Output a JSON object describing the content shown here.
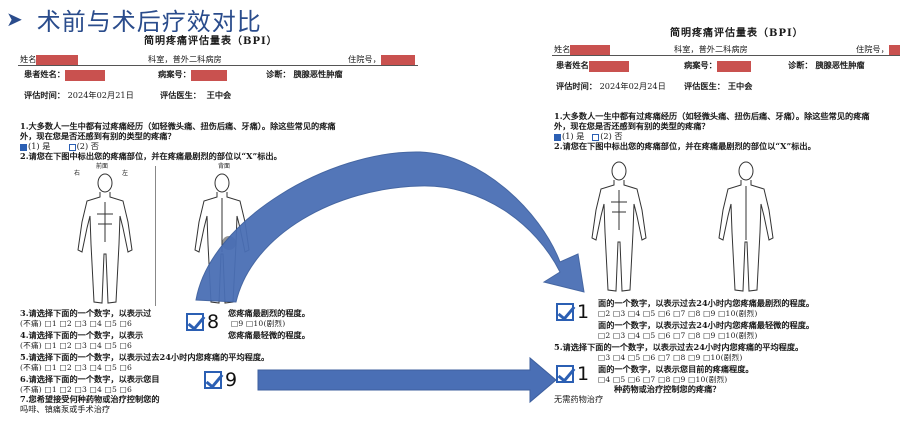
{
  "slide": {
    "arrow_glyph": "➤",
    "title": "术前与术后疗效对比"
  },
  "colors": {
    "title": "#2a4c8c",
    "arrow_fill": "#4a6fb5",
    "redaction": "#c9514f",
    "check": "#2b5fb3"
  },
  "icons": [
    "arrow-bullet-icon",
    "curved-arrow-icon",
    "straight-arrow-icon",
    "checkbox-icon",
    "front-body-icon",
    "back-body-icon"
  ],
  "before": {
    "form_title": "简明疼痛评估量表（BPI）",
    "name_label": "姓名",
    "dept": "科室，普外二科病房",
    "bed_label": "住院号，",
    "patient_label": "患者姓名：",
    "case_label": "病案号：",
    "diag_label": "诊断：",
    "diag_value": "胰腺恶性肿瘤",
    "date_label": "评估时间：",
    "date_value": "2024年02月21日",
    "doctor_label": "评估医生：",
    "doctor_value": "王中会",
    "q1": "1.大多数人一生中都有过疼痛经历（如轻微头痛、扭伤后痛、牙痛）。除这些常见的疼痛",
    "q1b": "外，现在您是否还感到有别的类型的疼痛？",
    "q1_yes": "(1) 是",
    "q1_no": "(2) 否",
    "q2": "2.请您在下图中标出您的疼痛部位，并在疼痛最剧烈的部位以“X”标出。",
    "fig_front": "前面",
    "fig_back": "背面",
    "fig_right": "右",
    "fig_left": "左",
    "q3": "3.请选择下面的一个数字，以表示过",
    "q3b": "您疼痛最剧烈的程度。",
    "q4": "4.请选择下面的一个数字，以表示",
    "q4b": "您疼痛最轻微的程度。",
    "q5": "5.请选择下面的一个数字，以表示过去24小时内您疼痛的平均程度。",
    "q6": "6.请选择下面的一个数字，以表示您目",
    "q7": "7.您希望接受何种药物或治疗控制您的",
    "q7_answer": "吗啡、镇痛泵或手术治疗",
    "scale_a": "(不痛) □1  □2  □3  □4  □5  □6",
    "scale_b": "□9  □10(剧烈)",
    "zoom_a": "8",
    "zoom_b": "9"
  },
  "after": {
    "form_title": "简明疼痛评估量表（BPI）",
    "name_label": "姓名",
    "dept": "科室，普外二科病房",
    "bed_label": "住院号，",
    "patient_label": "患者姓名",
    "case_label": "病案号：",
    "diag_label": "诊断：",
    "diag_value": "胰腺恶性肿瘤",
    "date_label": "评估时间：",
    "date_value": "2024年02月24日",
    "doctor_label": "评估医生：",
    "doctor_value": "王中会",
    "q1": "1.大多数人一生中都有过疼痛经历（如轻微头痛、扭伤后痛、牙痛）。除这些常见的疼痛",
    "q1b": "外，现在您是否还感到有别的类型的疼痛？",
    "q1_yes": "(1) 是",
    "q1_no": "(2) 否",
    "q2": "2.请您在下图中标出您的疼痛部位，并在疼痛最剧烈的部位以“X”标出。",
    "q3": "面的一个数字，以表示过去24小时内您疼痛最剧烈的程度。",
    "q3_scale": "□2  □3  □4  □5  □6  □7  □8  □9  □10(剧烈)",
    "q4": "面的一个数字，以表示过去24小时内您疼痛最轻微的程度。",
    "q4_scale": "□2  □3  □4  □5  □6  □7  □8  □9  □10(剧烈)",
    "q5": "5.请选择下面的一个数字，以表示过去24小时内您疼痛的平均程度。",
    "q5_scale": "□3  □4  □5  □6  □7  □8  □9  □10(剧烈)",
    "q6": "面的一个数字，以表示您目前的疼痛程度。",
    "q6_scale": "□4  □5  □6  □7  □8  □9  □10(剧烈)",
    "q7": "种药物或治疗控制您的疼痛？",
    "q7_answer": "无需药物治疗",
    "zoom_a": "1",
    "zoom_b": "1"
  }
}
